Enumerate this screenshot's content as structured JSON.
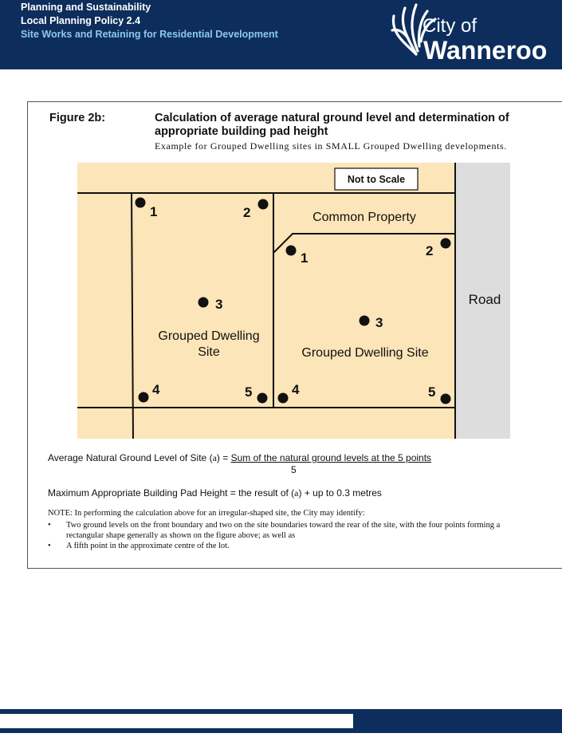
{
  "header": {
    "line1": "Planning and Sustainability",
    "line2": "Local Planning Policy 2.4",
    "line3": "Site Works and Retaining for Residential Development",
    "logo": {
      "city_of": "City of",
      "name": "Wanneroo"
    }
  },
  "figure": {
    "label": "Figure 2b:",
    "title": "Calculation of average natural ground level and determination of appropriate building pad height",
    "subtitle": "Example for Grouped Dwelling sites in SMALL Grouped Dwelling developments."
  },
  "diagram": {
    "not_to_scale": "Not to Scale",
    "common_property": "Common Property",
    "road": "Road",
    "site1_label_line1": "Grouped Dwelling",
    "site1_label_line2": "Site",
    "site2_label": "Grouped Dwelling Site",
    "points": {
      "p1": "1",
      "p2": "2",
      "p3": "3",
      "p4": "4",
      "p5": "5"
    },
    "colors": {
      "lot_fill": "#fce5b8",
      "road_fill": "#dddddd",
      "line": "#111111"
    }
  },
  "formula": {
    "prefix": "Average Natural Ground Level of Site (",
    "var": "a",
    "mid": ") = ",
    "numerator": "Sum of the natural ground levels at the 5 points",
    "denominator": "5"
  },
  "max_height": {
    "prefix": "Maximum Appropriate Building Pad Height = the result of (",
    "var": "a",
    "suffix": ") + up to 0.3 metres"
  },
  "note": {
    "text": "NOTE: In performing the calculation above for an irregular-shaped site, the City may identify:",
    "bullets": [
      "Two ground levels on the front boundary and two on the site boundaries toward the rear of the site, with the four points forming a rectangular shape generally as shown on the figure above; as well as",
      "A fifth point in the approximate centre of the lot."
    ]
  },
  "icons": {
    "logo_mark": "wanneroo-swirl-icon",
    "bullet": "bullet-dot-icon",
    "point": "survey-point-icon"
  }
}
